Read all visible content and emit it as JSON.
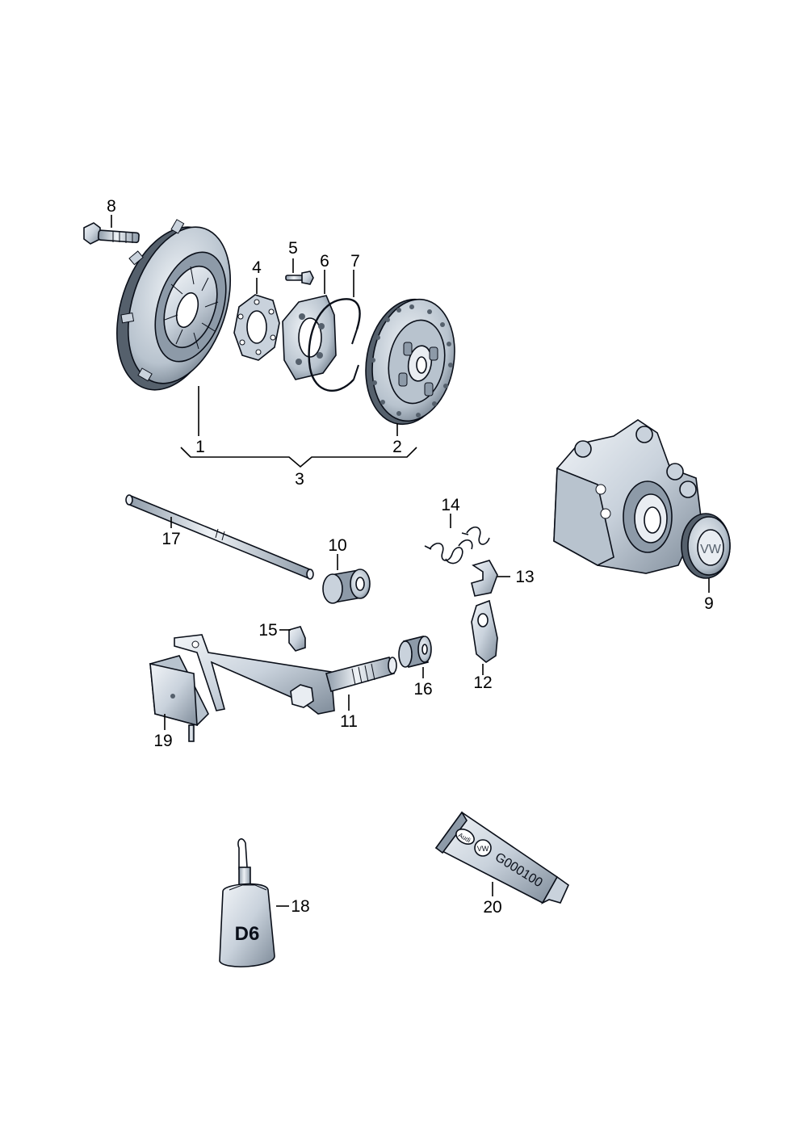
{
  "diagram": {
    "callouts": {
      "n1": "1",
      "n2": "2",
      "n3": "3",
      "n4": "4",
      "n5": "5",
      "n6": "6",
      "n7": "7",
      "n8": "8",
      "n9": "9",
      "n10": "10",
      "n11": "11",
      "n12": "12",
      "n13": "13",
      "n14": "14",
      "n15": "15",
      "n16": "16",
      "n17": "17",
      "n18": "18",
      "n19": "19",
      "n20": "20"
    },
    "product_markings": {
      "bottle_label": "D6",
      "tube_code": "G000100"
    },
    "logos": {
      "tube_brand": "Audi",
      "tube_emblem": "VW"
    },
    "colors": {
      "part_fill_light": "#e9edf2",
      "part_fill_mid": "#c9d2dc",
      "part_fill_dark": "#8d9aa8",
      "part_shadow": "#55606c",
      "outline": "#0a0f19",
      "background": "#ffffff"
    }
  }
}
